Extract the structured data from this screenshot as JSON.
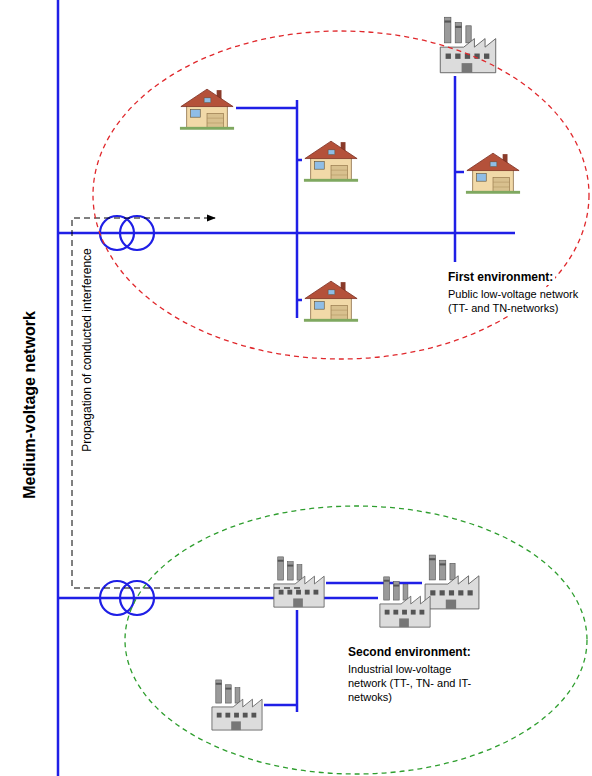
{
  "diagram": {
    "nodes": [
      {
        "text": [
          "First environment:",
          "Public low-voltage network (TT- and TN-networks)"
        ]
      },
      {
        "text": [
          "Second environment:",
          "Industrial low-voltage network (TT-, TN- and IT-netwoks)"
        ]
      }
    ],
    "edges": [
      {
        "from": 1,
        "to": 0,
        "arrow": "to",
        "label": "Propagation of conducted interference"
      }
    ],
    "labels": [
      "Medium-voltage network"
    ]
  }
}
